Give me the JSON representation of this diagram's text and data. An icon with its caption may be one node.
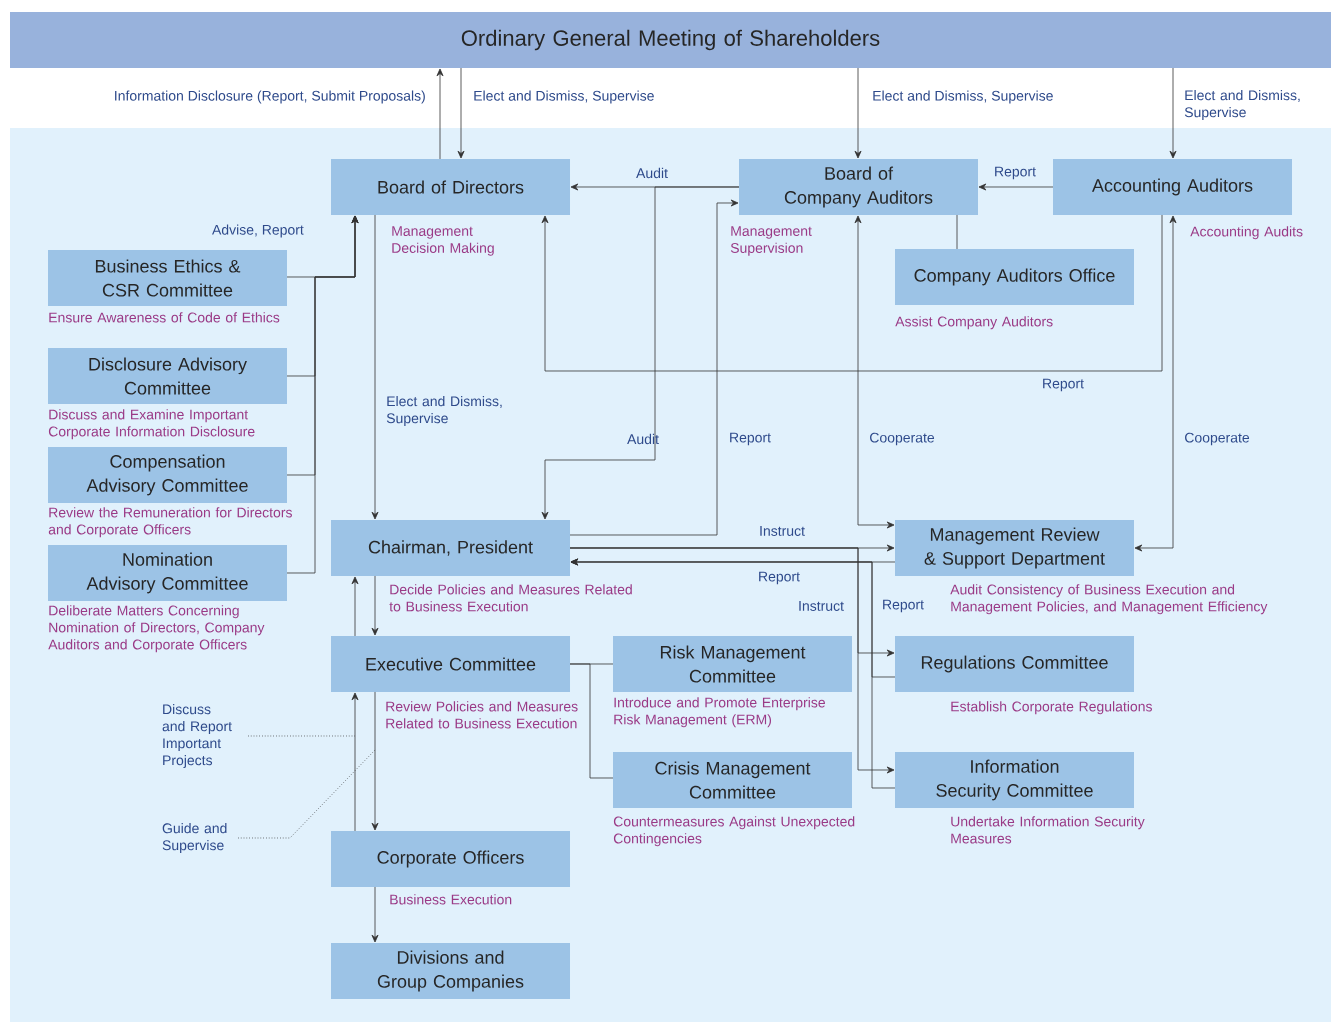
{
  "diagram": {
    "nodes": [
      {
        "text": [
          "Ordinary General Meeting of Shareholders"
        ]
      },
      {
        "text": [
          "Board of Directors"
        ],
        "beside": [
          "Management Decision Making"
        ]
      },
      {
        "text": [
          "Board of Company Auditors"
        ],
        "beside": [
          "Management Supervision"
        ]
      },
      {
        "text": [
          "Accounting Auditors"
        ],
        "beside": [
          "Accounting Audits"
        ]
      },
      {
        "text": [
          "Company Auditors Office"
        ],
        "beside": [
          "Assist Company Auditors"
        ]
      },
      {
        "text": [
          "Business Ethics & CSR Committee"
        ],
        "beside": [
          "Ensure Awareness of Code of Ethics"
        ]
      },
      {
        "text": [
          "Disclosure Advisory Committee"
        ],
        "beside": [
          "Discuss and Examine Important Corporate Information Disclosure"
        ]
      },
      {
        "text": [
          "Compensation Advisory Committee"
        ],
        "beside": [
          "Review the Remuneration for Directors and Corporate Officers"
        ]
      },
      {
        "text": [
          "Nomination Advisory Committee"
        ],
        "beside": [
          "Deliberate Matters Concerning Nomination of Directors, Company Auditors and Corporate Officers"
        ]
      },
      {
        "text": [
          "Chairman, President"
        ],
        "beside": [
          "Decide Policies and Measures Related to Business Execution"
        ]
      },
      {
        "text": [
          "Management Review & Support Department"
        ],
        "beside": [
          "Audit Consistency of Business Execution and Management Policies, and Management Efficiency"
        ]
      },
      {
        "text": [
          "Executive Committee"
        ],
        "beside": [
          "Review Policies and Measures Related to Business Execution"
        ]
      },
      {
        "text": [
          "Risk Management Committee"
        ],
        "beside": [
          "Introduce and Promote Enterprise Risk Management (ERM)"
        ]
      },
      {
        "text": [
          "Regulations Committee"
        ],
        "beside": [
          "Establish Corporate Regulations"
        ]
      },
      {
        "text": [
          "Crisis Management Committee"
        ],
        "beside": [
          "Countermeasures Against Unexpected Contingencies"
        ]
      },
      {
        "text": [
          "Information Security Committee"
        ],
        "beside": [
          "Undertake Information Security Measures"
        ]
      },
      {
        "text": [
          "Corporate Officers"
        ],
        "beside": [
          "Business Execution"
        ]
      },
      {
        "text": [
          "Divisions and Group Companies"
        ]
      },
      {
        "text": [
          "Discuss and Report Important Projects"
        ]
      },
      {
        "text": [
          "Guide and Supervise"
        ]
      }
    ],
    "edges": [
      {
        "from": 1,
        "to": 0,
        "arrow": "to",
        "label": "Information Disclosure (Report, Submit Proposals)"
      },
      {
        "from": 0,
        "to": 1,
        "arrow": "to",
        "label": "Elect and Dismiss, Supervise"
      },
      {
        "from": 0,
        "to": 2,
        "arrow": "to",
        "label": "Elect and Dismiss, Supervise"
      },
      {
        "from": 0,
        "to": 3,
        "arrow": "to",
        "label": "Elect and Dismiss, Supervise"
      },
      {
        "from": 2,
        "to": 1,
        "arrow": "to",
        "label": "Audit"
      },
      {
        "from": 9,
        "to": 2,
        "arrow": "to",
        "label": "Report"
      },
      {
        "from": 3,
        "to": 2,
        "arrow": "to",
        "label": "Report"
      },
      {
        "from": 2,
        "to": 4,
        "arrow": "none"
      },
      {
        "from": 3,
        "to": 1,
        "arrow": "to",
        "label": "Report"
      },
      {
        "from": 5,
        "to": 1,
        "arrow": "to",
        "label": "Advise, Report"
      },
      {
        "from": 6,
        "to": 1,
        "arrow": "to"
      },
      {
        "from": 7,
        "to": 1,
        "arrow": "to"
      },
      {
        "from": 8,
        "to": 1,
        "arrow": "to"
      },
      {
        "from": 1,
        "to": 9,
        "arrow": "to",
        "label": "Elect and Dismiss, Supervise"
      },
      {
        "from": 2,
        "to": 9,
        "arrow": "to",
        "label": "Audit"
      },
      {
        "from": 9,
        "to": 10,
        "arrow": "to",
        "label": "Instruct"
      },
      {
        "from": 10,
        "to": 9,
        "arrow": "to",
        "label": "Report"
      },
      {
        "from": 2,
        "to": 10,
        "arrow": "both",
        "label": "Cooperate"
      },
      {
        "from": 3,
        "to": 10,
        "arrow": "both",
        "label": "Cooperate"
      },
      {
        "from": 9,
        "to": 13,
        "arrow": "to",
        "label": "Instruct"
      },
      {
        "from": 9,
        "to": 15,
        "arrow": "to"
      },
      {
        "from": 13,
        "to": 9,
        "arrow": "to",
        "label": "Report"
      },
      {
        "from": 15,
        "to": 9,
        "arrow": "to"
      },
      {
        "from": 9,
        "to": 11,
        "arrow": "to"
      },
      {
        "from": 11,
        "to": 9,
        "arrow": "to"
      },
      {
        "from": 11,
        "to": 16,
        "arrow": "to"
      },
      {
        "from": 16,
        "to": 11,
        "arrow": "to"
      },
      {
        "from": 11,
        "to": 12,
        "arrow": "none"
      },
      {
        "from": 11,
        "to": 14,
        "arrow": "none"
      },
      {
        "from": 16,
        "to": 17,
        "arrow": "to"
      },
      {
        "from": 18,
        "to": null,
        "arrow": "none",
        "style": "dashed"
      },
      {
        "from": 19,
        "to": null,
        "arrow": "none",
        "style": "dashed"
      }
    ]
  }
}
